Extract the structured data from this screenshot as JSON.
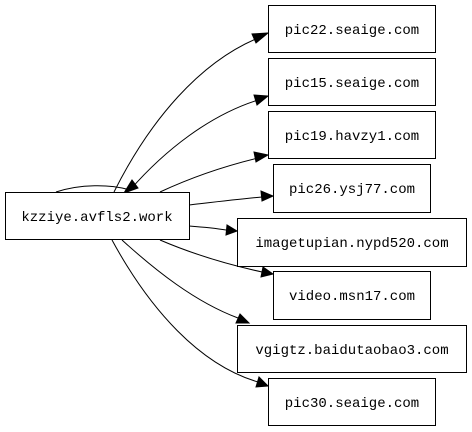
{
  "graph": {
    "source": {
      "label": "kzziye.avfls2.work"
    },
    "targets": [
      {
        "label": "pic22.seaige.com"
      },
      {
        "label": "pic15.seaige.com"
      },
      {
        "label": "pic19.havzy1.com"
      },
      {
        "label": "pic26.ysj77.com"
      },
      {
        "label": "imagetupian.nypd520.com"
      },
      {
        "label": "video.msn17.com"
      },
      {
        "label": "vgigtz.baidutaobao3.com"
      },
      {
        "label": "pic30.seaige.com"
      }
    ]
  }
}
